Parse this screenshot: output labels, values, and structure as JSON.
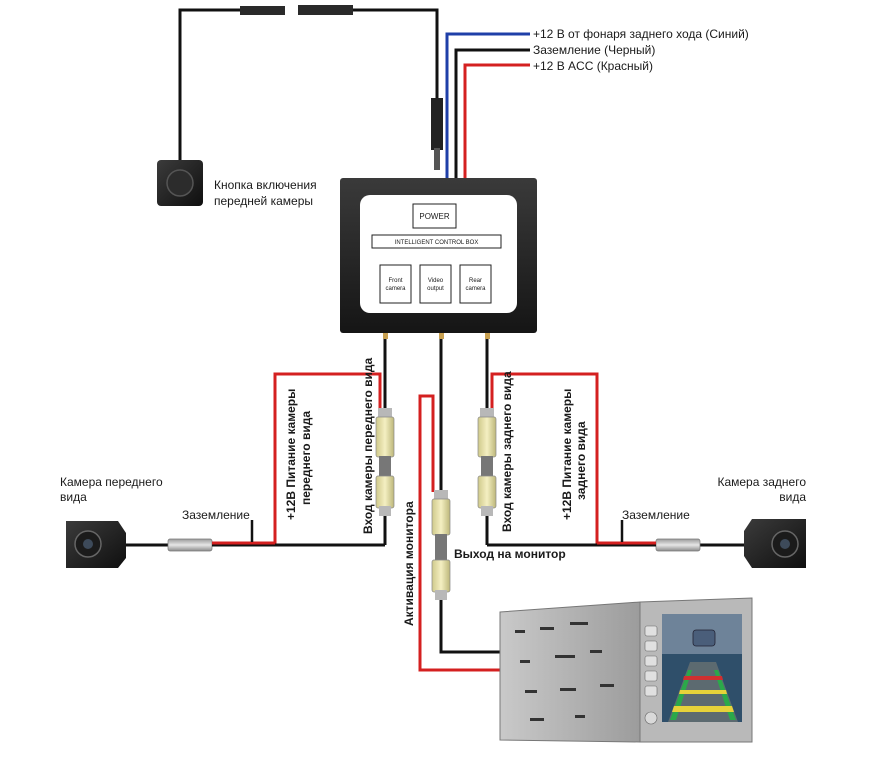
{
  "labels": {
    "wire_blue": "+12 В от фонаря заднего хода (Синий)",
    "wire_black": "Заземление (Черный)",
    "wire_red": "+12 В ACC (Красный)",
    "button_line1": "Кнопка включения",
    "button_line2": "передней камеры",
    "front_camera_line1": "Камера переднего",
    "front_camera_line2": "вида",
    "rear_camera_line1": "Камера заднего",
    "rear_camera_line2": "вида",
    "ground_left": "Заземление",
    "ground_right": "Заземление",
    "power_front_line1": "+12В Питание камеры",
    "power_front_line2": "переднего вида",
    "input_front": "Вход камеры переднего вида",
    "input_rear": "Вход камеры заднего вида",
    "power_rear_line1": "+12В Питание камеры",
    "power_rear_line2": "заднего вида",
    "monitor_activation": "Активация монитора",
    "monitor_output": "Выход на монитор"
  },
  "box": {
    "power": "POWER",
    "title": "INTELLIGENT CONTROL  BOX",
    "port_front_1": "Front",
    "port_front_2": "camera",
    "port_video_1": "Video",
    "port_video_2": "output",
    "port_rear_1": "Rear",
    "port_rear_2": "camera"
  },
  "colors": {
    "blue_wire": "#1f3fa8",
    "black_wire": "#111111",
    "red_wire": "#d42020",
    "rca_yellow": "#e8e2a0",
    "box_body": "#2a2a2a"
  }
}
